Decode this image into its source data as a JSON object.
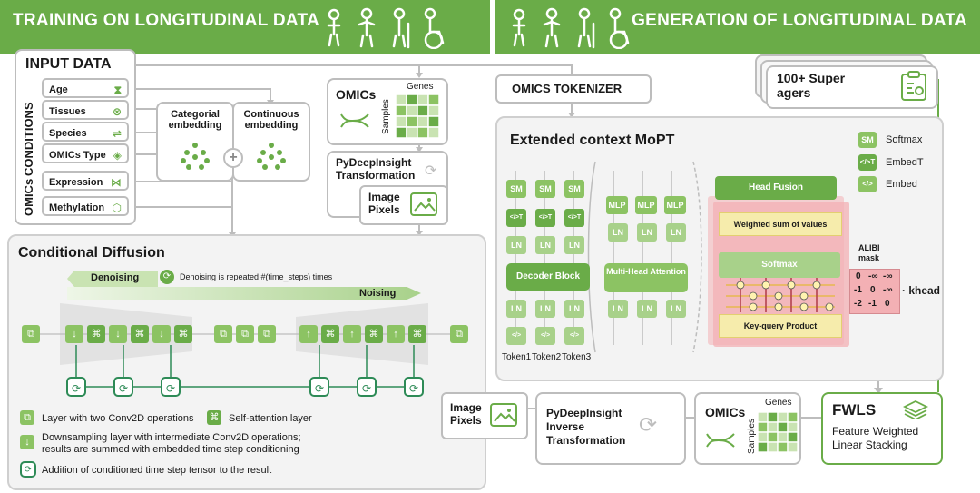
{
  "banners": {
    "left_title": "TRAINING ON LONGITUDINAL DATA",
    "right_title": "GENERATION OF LONGITUDINAL DATA"
  },
  "input_data": {
    "title": "INPUT DATA",
    "conditions_label": "CONDITIONS",
    "omics_label": "OMICs",
    "conditions": [
      "Age",
      "Tissues",
      "Species",
      "OMICs Type"
    ],
    "omics": [
      "Expression",
      "Methylation"
    ]
  },
  "embeddings": {
    "categorial": "Categorial embedding",
    "continuous": "Continuous embedding",
    "plus": "+"
  },
  "omics_panel": {
    "title": "OMICs",
    "genes": "Genes",
    "samples": "Samples"
  },
  "pydeepinsight": {
    "title": "PyDeepInsight Transformation",
    "image_pixels": "Image Pixels"
  },
  "omics_tokenizer": "OMICS TOKENIZER",
  "super_agers": "100+ Super agers",
  "mopt": {
    "title": "Extended context MoPT",
    "legend": [
      {
        "abbr": "SM",
        "label": "Softmax"
      },
      {
        "abbr": "</>T",
        "label": "EmbedT"
      },
      {
        "abbr": "</>",
        "label": "Embed"
      }
    ],
    "tokens": [
      "Token1",
      "Token2",
      "Token3"
    ],
    "sm": "SM",
    "embedT": "</>T",
    "embed": "</>",
    "ln": "LN",
    "mlp": "MLP",
    "decoder_block": "Decoder Block",
    "multi_head_attention": "Multi-Head Attention",
    "head_fusion": "Head Fusion",
    "weighted_sum": "Weighted sum of values",
    "softmax": "Softmax",
    "key_query": "Key-query Product",
    "alibi": "ALIBI mask",
    "alibi_matrix": [
      [
        "0",
        "-∞",
        "-∞"
      ],
      [
        "-1",
        "0",
        "-∞"
      ],
      [
        "-2",
        "-1",
        "0"
      ]
    ],
    "k_head": "· khead"
  },
  "diffusion": {
    "title": "Conditional Diffusion",
    "denoising": "Denoising",
    "denoising_note": "Denoising is repeated #(time_steps) times",
    "noising": "Noising",
    "legend": [
      "Layer with two Conv2D operations",
      "Self-attention layer",
      "Downsampling layer with intermediate Conv2D operations; results are summed with embedded time step conditioning",
      "Addition of conditioned time step tensor to the result"
    ]
  },
  "bottom": {
    "image_pixels": "Image Pixels",
    "inverse": "PyDeepInsight Inverse Transformation",
    "omics": "OMICs",
    "genes": "Genes",
    "samples": "Samples",
    "fwls_title": "FWLS",
    "fwls_desc": "Feature Weighted Linear Stacking"
  },
  "colors": {
    "banner_green": "#6aac48",
    "light_green": "#8cc363",
    "pale_green": "#c9e3b2",
    "dark_teal": "#2e8b57",
    "attention_yellow": "#f6ecac",
    "alibi_pink": "#f3b0b4"
  }
}
